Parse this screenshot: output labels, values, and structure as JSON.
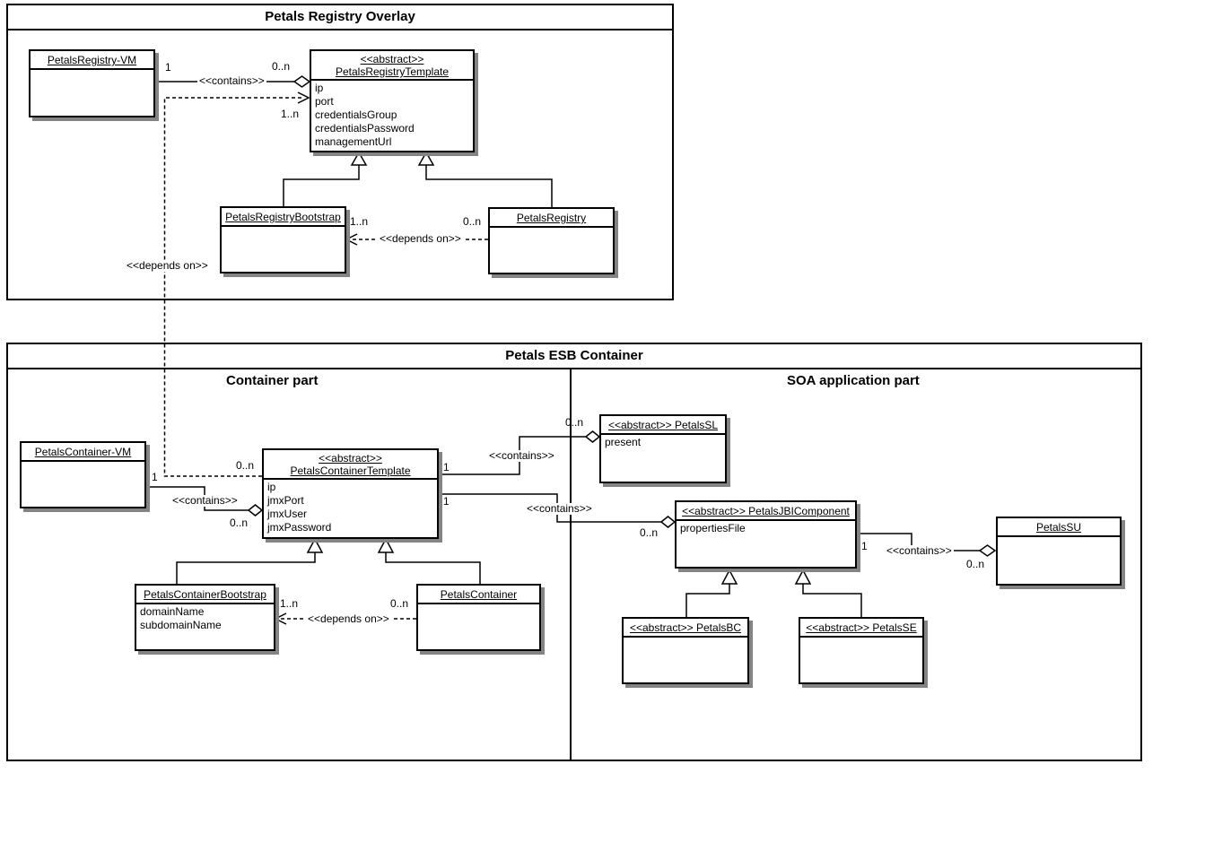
{
  "packages": {
    "registry": {
      "title": "Petals Registry Overlay"
    },
    "esb": {
      "title": "Petals ESB Container",
      "parts": {
        "container": "Container part",
        "soa": "SOA application part"
      }
    }
  },
  "classes": [
    {
      "name_lines": [
        "PetalsRegistry-VM"
      ],
      "attributes": []
    },
    {
      "name_lines": [
        "<<abstract>>",
        "PetalsRegistryTemplate"
      ],
      "attributes": [
        "ip",
        "port",
        "credentialsGroup",
        "credentialsPassword",
        "managementUrl"
      ]
    },
    {
      "name_lines": [
        "PetalsRegistryBootstrap"
      ],
      "attributes": []
    },
    {
      "name_lines": [
        "PetalsRegistry"
      ],
      "attributes": []
    },
    {
      "name_lines": [
        "PetalsContainer-VM"
      ],
      "attributes": []
    },
    {
      "name_lines": [
        "<<abstract>>",
        "PetalsContainerTemplate"
      ],
      "attributes": [
        "ip",
        "jmxPort",
        "jmxUser",
        "jmxPassword"
      ]
    },
    {
      "name_lines": [
        "PetalsContainerBootstrap"
      ],
      "attributes": [
        "domainName",
        "subdomainName"
      ]
    },
    {
      "name_lines": [
        "PetalsContainer"
      ],
      "attributes": []
    },
    {
      "name_lines": [
        "<<abstract>> PetalsSL"
      ],
      "attributes": [
        "present"
      ]
    },
    {
      "name_lines": [
        "<<abstract>> PetalsJBIComponent"
      ],
      "attributes": [
        "propertiesFile"
      ]
    },
    {
      "name_lines": [
        "PetalsSU"
      ],
      "attributes": []
    },
    {
      "name_lines": [
        "<<abstract>> PetalsBC"
      ],
      "attributes": []
    },
    {
      "name_lines": [
        "<<abstract>> PetalsSE"
      ],
      "attributes": []
    }
  ],
  "connectors": {
    "c1": {
      "label": "<<contains>>",
      "m1": "1",
      "m2": "0..n"
    },
    "c2": {
      "label": "<<depends on>>",
      "m1": "0..n",
      "m2": "1..n"
    },
    "c3": {
      "label": "<<depends on>>",
      "m1": "0..n",
      "m2": "1..n"
    },
    "c4": {
      "label": "<<contains>>",
      "m1": "1",
      "m2": "0..n"
    },
    "c5": {
      "label": "<<contains>>",
      "m1": "1",
      "m2": "0..n"
    },
    "c6": {
      "label": "<<contains>>",
      "m1": "1",
      "m2": "0..n"
    },
    "c7": {
      "label": "<<depends on>>",
      "m1": "0..n",
      "m2": "1..n"
    },
    "c8": {
      "label": "<<contains>>",
      "m1": "1",
      "m2": "0..n"
    }
  }
}
